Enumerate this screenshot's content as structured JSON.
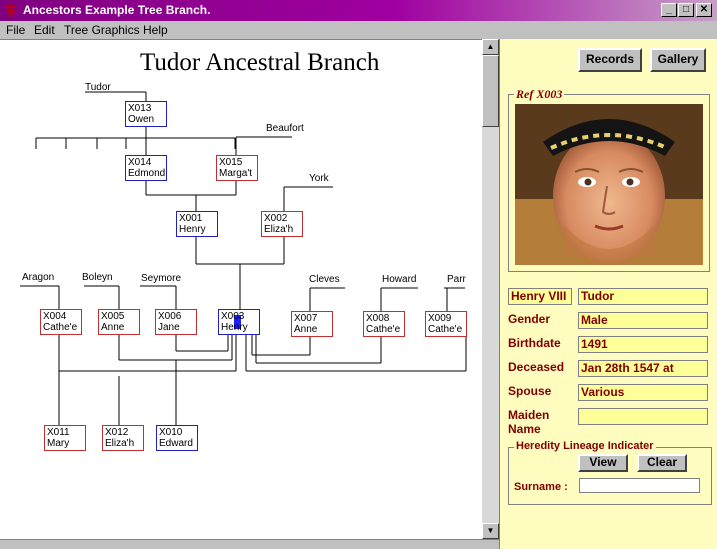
{
  "window": {
    "title": "Ancestors Example Tree Branch.",
    "minimize": "_",
    "maximize": "□",
    "close": "✕"
  },
  "menu": [
    "File",
    "Edit",
    "Tree Graphics",
    "Help"
  ],
  "tree": {
    "title": "Tudor Ancestral Branch",
    "surnames": {
      "tudor": "Tudor",
      "beaufort": "Beaufort",
      "york": "York",
      "aragon": "Aragon",
      "boleyn": "Boleyn",
      "seymore": "Seymore",
      "cleves": "Cleves",
      "howard": "Howard",
      "parr": "Parr"
    },
    "people": {
      "x013": {
        "ref": "X013",
        "name": "Owen",
        "sex": "male"
      },
      "x014": {
        "ref": "X014",
        "name": "Edmond",
        "sex": "male"
      },
      "x015": {
        "ref": "X015",
        "name": "Marga't",
        "sex": "female"
      },
      "x001": {
        "ref": "X001",
        "name": "Henry",
        "sex": "male"
      },
      "x002": {
        "ref": "X002",
        "name": "Eliza'h",
        "sex": "female"
      },
      "x003": {
        "ref": "X003",
        "name": "Henry",
        "sex": "male"
      },
      "x004": {
        "ref": "X004",
        "name": "Cathe'e",
        "sex": "female"
      },
      "x005": {
        "ref": "X005",
        "name": "Anne",
        "sex": "female"
      },
      "x006": {
        "ref": "X006",
        "name": "Jane",
        "sex": "female"
      },
      "x007": {
        "ref": "X007",
        "name": "Anne",
        "sex": "female"
      },
      "x008": {
        "ref": "X008",
        "name": "Cathe'e",
        "sex": "female"
      },
      "x009": {
        "ref": "X009",
        "name": "Cathe'e",
        "sex": "female"
      },
      "x011": {
        "ref": "X011",
        "name": "Mary",
        "sex": "female"
      },
      "x012": {
        "ref": "X012",
        "name": "Eliza'h",
        "sex": "female"
      },
      "x010": {
        "ref": "X010",
        "name": "Edward",
        "sex": "male"
      }
    }
  },
  "panel": {
    "records_button": "Records",
    "gallery_button": "Gallery",
    "photo_ref": "Ref  X003",
    "given_name": "Henry VIII",
    "surname": "Tudor",
    "gender_label": "Gender",
    "gender": "Male",
    "birthdate_label": "Birthdate",
    "birthdate": "1491",
    "deceased_label": "Deceased",
    "deceased": "Jan 28th 1547 at",
    "spouse_label": "Spouse",
    "spouse": "Various",
    "maiden_label_1": "Maiden",
    "maiden_label_2": "Name",
    "maiden": "",
    "heredity_title": "Heredity Lineage Indicater",
    "view_button": "View",
    "clear_button": "Clear",
    "surname_search_label": "Surname :",
    "surname_search": ""
  },
  "colors": {
    "title_bar": "#800080",
    "panel_bg": "#fffcc0",
    "field_bg": "#ffff99",
    "label_text": "#800000",
    "male_border": "#2020c0",
    "female_border": "#c03030"
  }
}
